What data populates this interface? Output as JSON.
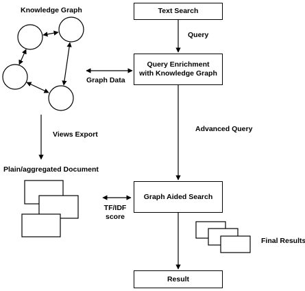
{
  "knowledge_graph": {
    "title": "Knowledge Graph"
  },
  "flow": {
    "text_search": "Text Search",
    "query_label": "Query",
    "query_enrichment_line1": "Query Enrichment",
    "query_enrichment_line2": "with Knowledge Graph",
    "graph_data_label": "Graph Data",
    "advanced_query_label": "Advanced Query",
    "views_export_label": "Views Export",
    "plain_document_label": "Plain/aggregated Document",
    "graph_aided_search": "Graph Aided Search",
    "tfidf_line1": "TF/IDF",
    "tfidf_line2": "score",
    "final_results_label": "Final Results",
    "result": "Result"
  }
}
